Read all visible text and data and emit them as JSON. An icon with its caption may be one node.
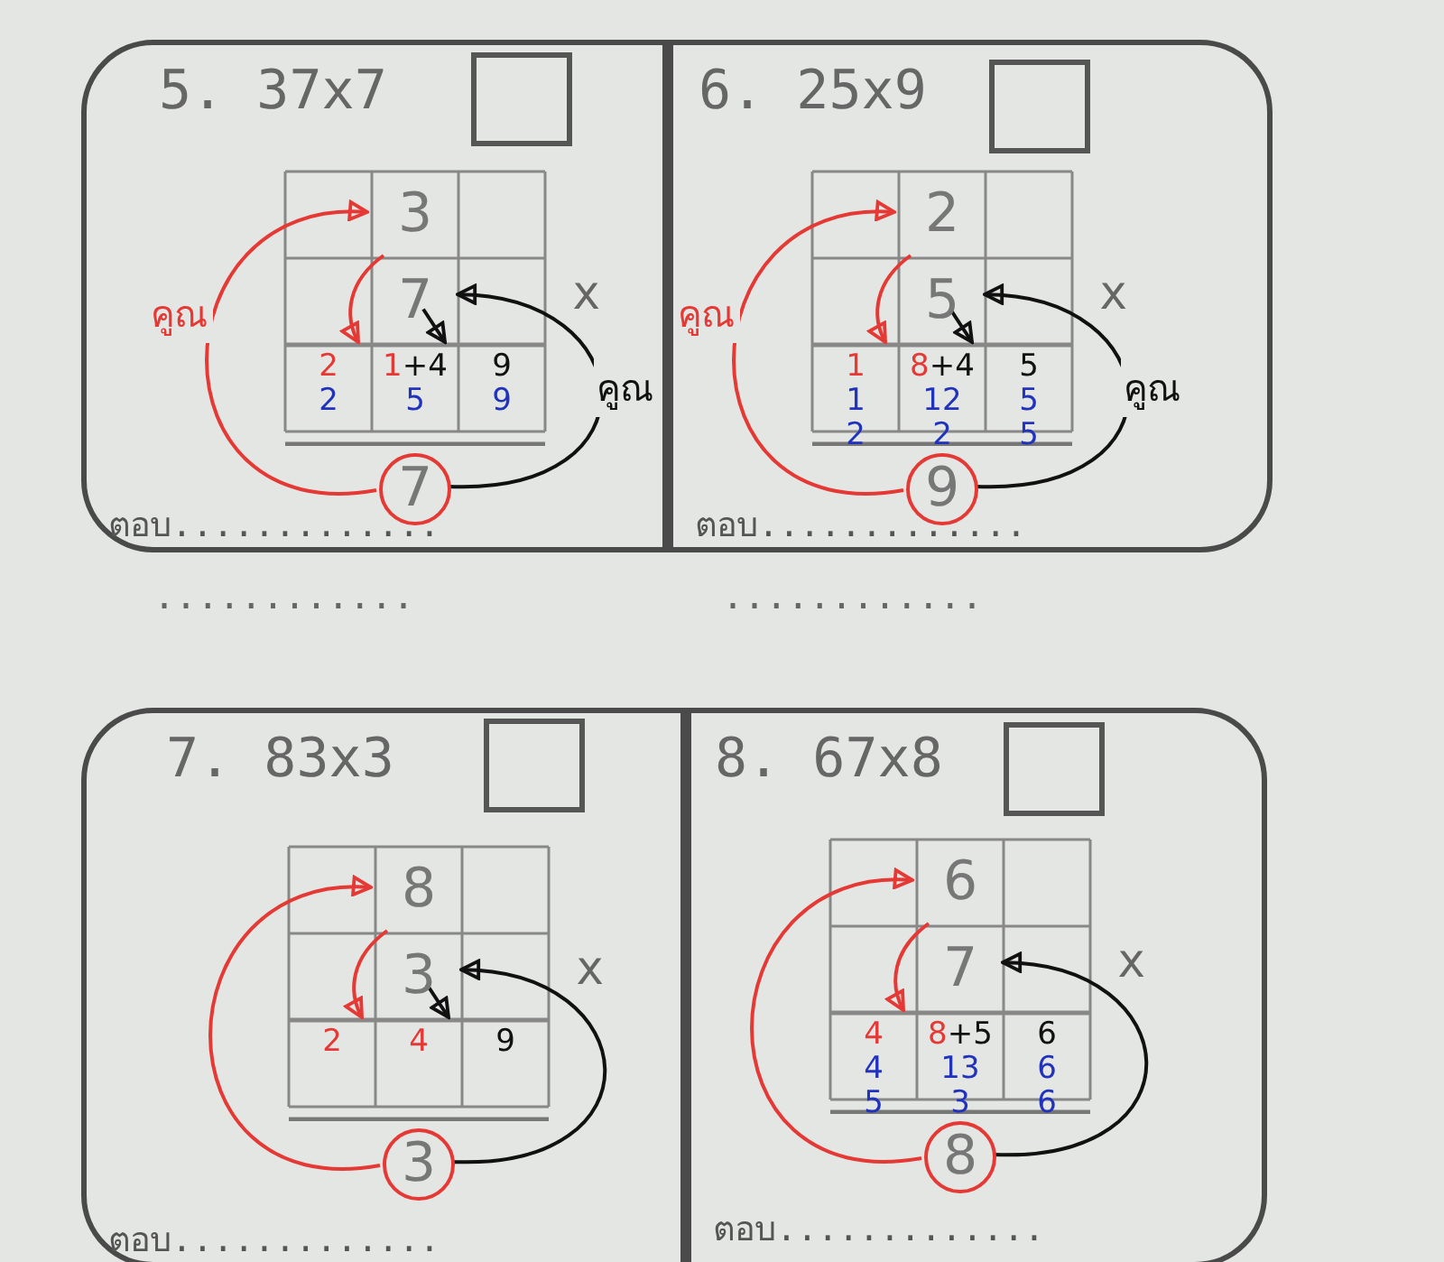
{
  "diagram": {
    "nodes": [
      {
        "text": [
          "5. 37x7",
          "ตอบ............."
        ]
      },
      {
        "text": [],
        "shape": "box",
        "in": 0
      },
      {
        "text": [
          "3"
        ],
        "in": 0
      },
      {
        "text": [
          "7"
        ],
        "in": 0
      },
      {
        "text": [
          "2",
          "2"
        ],
        "in": 0
      },
      {
        "text": [
          "1",
          "+4",
          "5"
        ],
        "in": 0
      },
      {
        "text": [
          "9",
          "9"
        ],
        "in": 0
      },
      {
        "text": [
          "7"
        ],
        "in": 0
      },
      {
        "text": [
          "6. 25x9",
          "ตอบ............."
        ]
      },
      {
        "text": [],
        "shape": "box",
        "in": 8
      },
      {
        "text": [
          "2"
        ],
        "in": 8
      },
      {
        "text": [
          "5"
        ],
        "in": 8
      },
      {
        "text": [
          "1",
          "1",
          "2"
        ],
        "in": 8
      },
      {
        "text": [
          "8",
          "+4",
          "12",
          "2"
        ],
        "in": 8
      },
      {
        "text": [
          "5",
          "5",
          "5"
        ],
        "in": 8
      },
      {
        "text": [
          "9"
        ],
        "in": 8
      },
      {
        "text": [
          "7. 83x3",
          "ตอบ............."
        ]
      },
      {
        "text": [],
        "shape": "box",
        "in": 16
      },
      {
        "text": [
          "8"
        ],
        "in": 16
      },
      {
        "text": [
          "3"
        ],
        "in": 16
      },
      {
        "text": [
          "2"
        ],
        "in": 16
      },
      {
        "text": [
          "4"
        ],
        "in": 16
      },
      {
        "text": [
          "9"
        ],
        "in": 16
      },
      {
        "text": [
          "3"
        ],
        "in": 16
      },
      {
        "text": [
          "8. 67x8",
          "ตอบ............."
        ]
      },
      {
        "text": [],
        "shape": "box",
        "in": 24
      },
      {
        "text": [
          "6"
        ],
        "in": 24
      },
      {
        "text": [
          "7"
        ],
        "in": 24
      },
      {
        "text": [
          "4",
          "4",
          "5"
        ],
        "in": 24
      },
      {
        "text": [
          "8",
          "+5",
          "13",
          "3"
        ],
        "in": 24
      },
      {
        "text": [
          "6",
          "6",
          "6"
        ],
        "in": 24
      },
      {
        "text": [
          "8"
        ],
        "in": 24
      }
    ],
    "edges": [
      {
        "from": 7,
        "to": 2,
        "arrow": "to",
        "label": "คูณ"
      },
      {
        "from": 2,
        "to": 4,
        "arrow": "to"
      },
      {
        "from": 7,
        "to": 3,
        "arrow": "to",
        "label": "คูณ",
        "color": "#111111"
      },
      {
        "from": 3,
        "to": 5,
        "arrow": "to",
        "color": "#111111"
      },
      {
        "from": 15,
        "to": 10,
        "arrow": "to",
        "label": "คูณ"
      },
      {
        "from": 10,
        "to": 12,
        "arrow": "to"
      },
      {
        "from": 15,
        "to": 11,
        "arrow": "to",
        "label": "คูณ",
        "color": "#111111"
      },
      {
        "from": 11,
        "to": 13,
        "arrow": "to",
        "color": "#111111"
      },
      {
        "from": 23,
        "to": 18,
        "arrow": "to"
      },
      {
        "from": 18,
        "to": 20,
        "arrow": "to"
      },
      {
        "from": 23,
        "to": 19,
        "arrow": "to",
        "color": "#111111"
      },
      {
        "from": 19,
        "to": 21,
        "arrow": "to",
        "color": "#111111"
      },
      {
        "from": 31,
        "to": 26,
        "arrow": "to"
      },
      {
        "from": 26,
        "to": 28,
        "arrow": "to"
      },
      {
        "from": 31,
        "to": 27,
        "arrow": "to",
        "color": "#111111"
      }
    ],
    "labels": [
      "x",
      "x",
      "............",
      "............",
      "x",
      "x"
    ]
  }
}
